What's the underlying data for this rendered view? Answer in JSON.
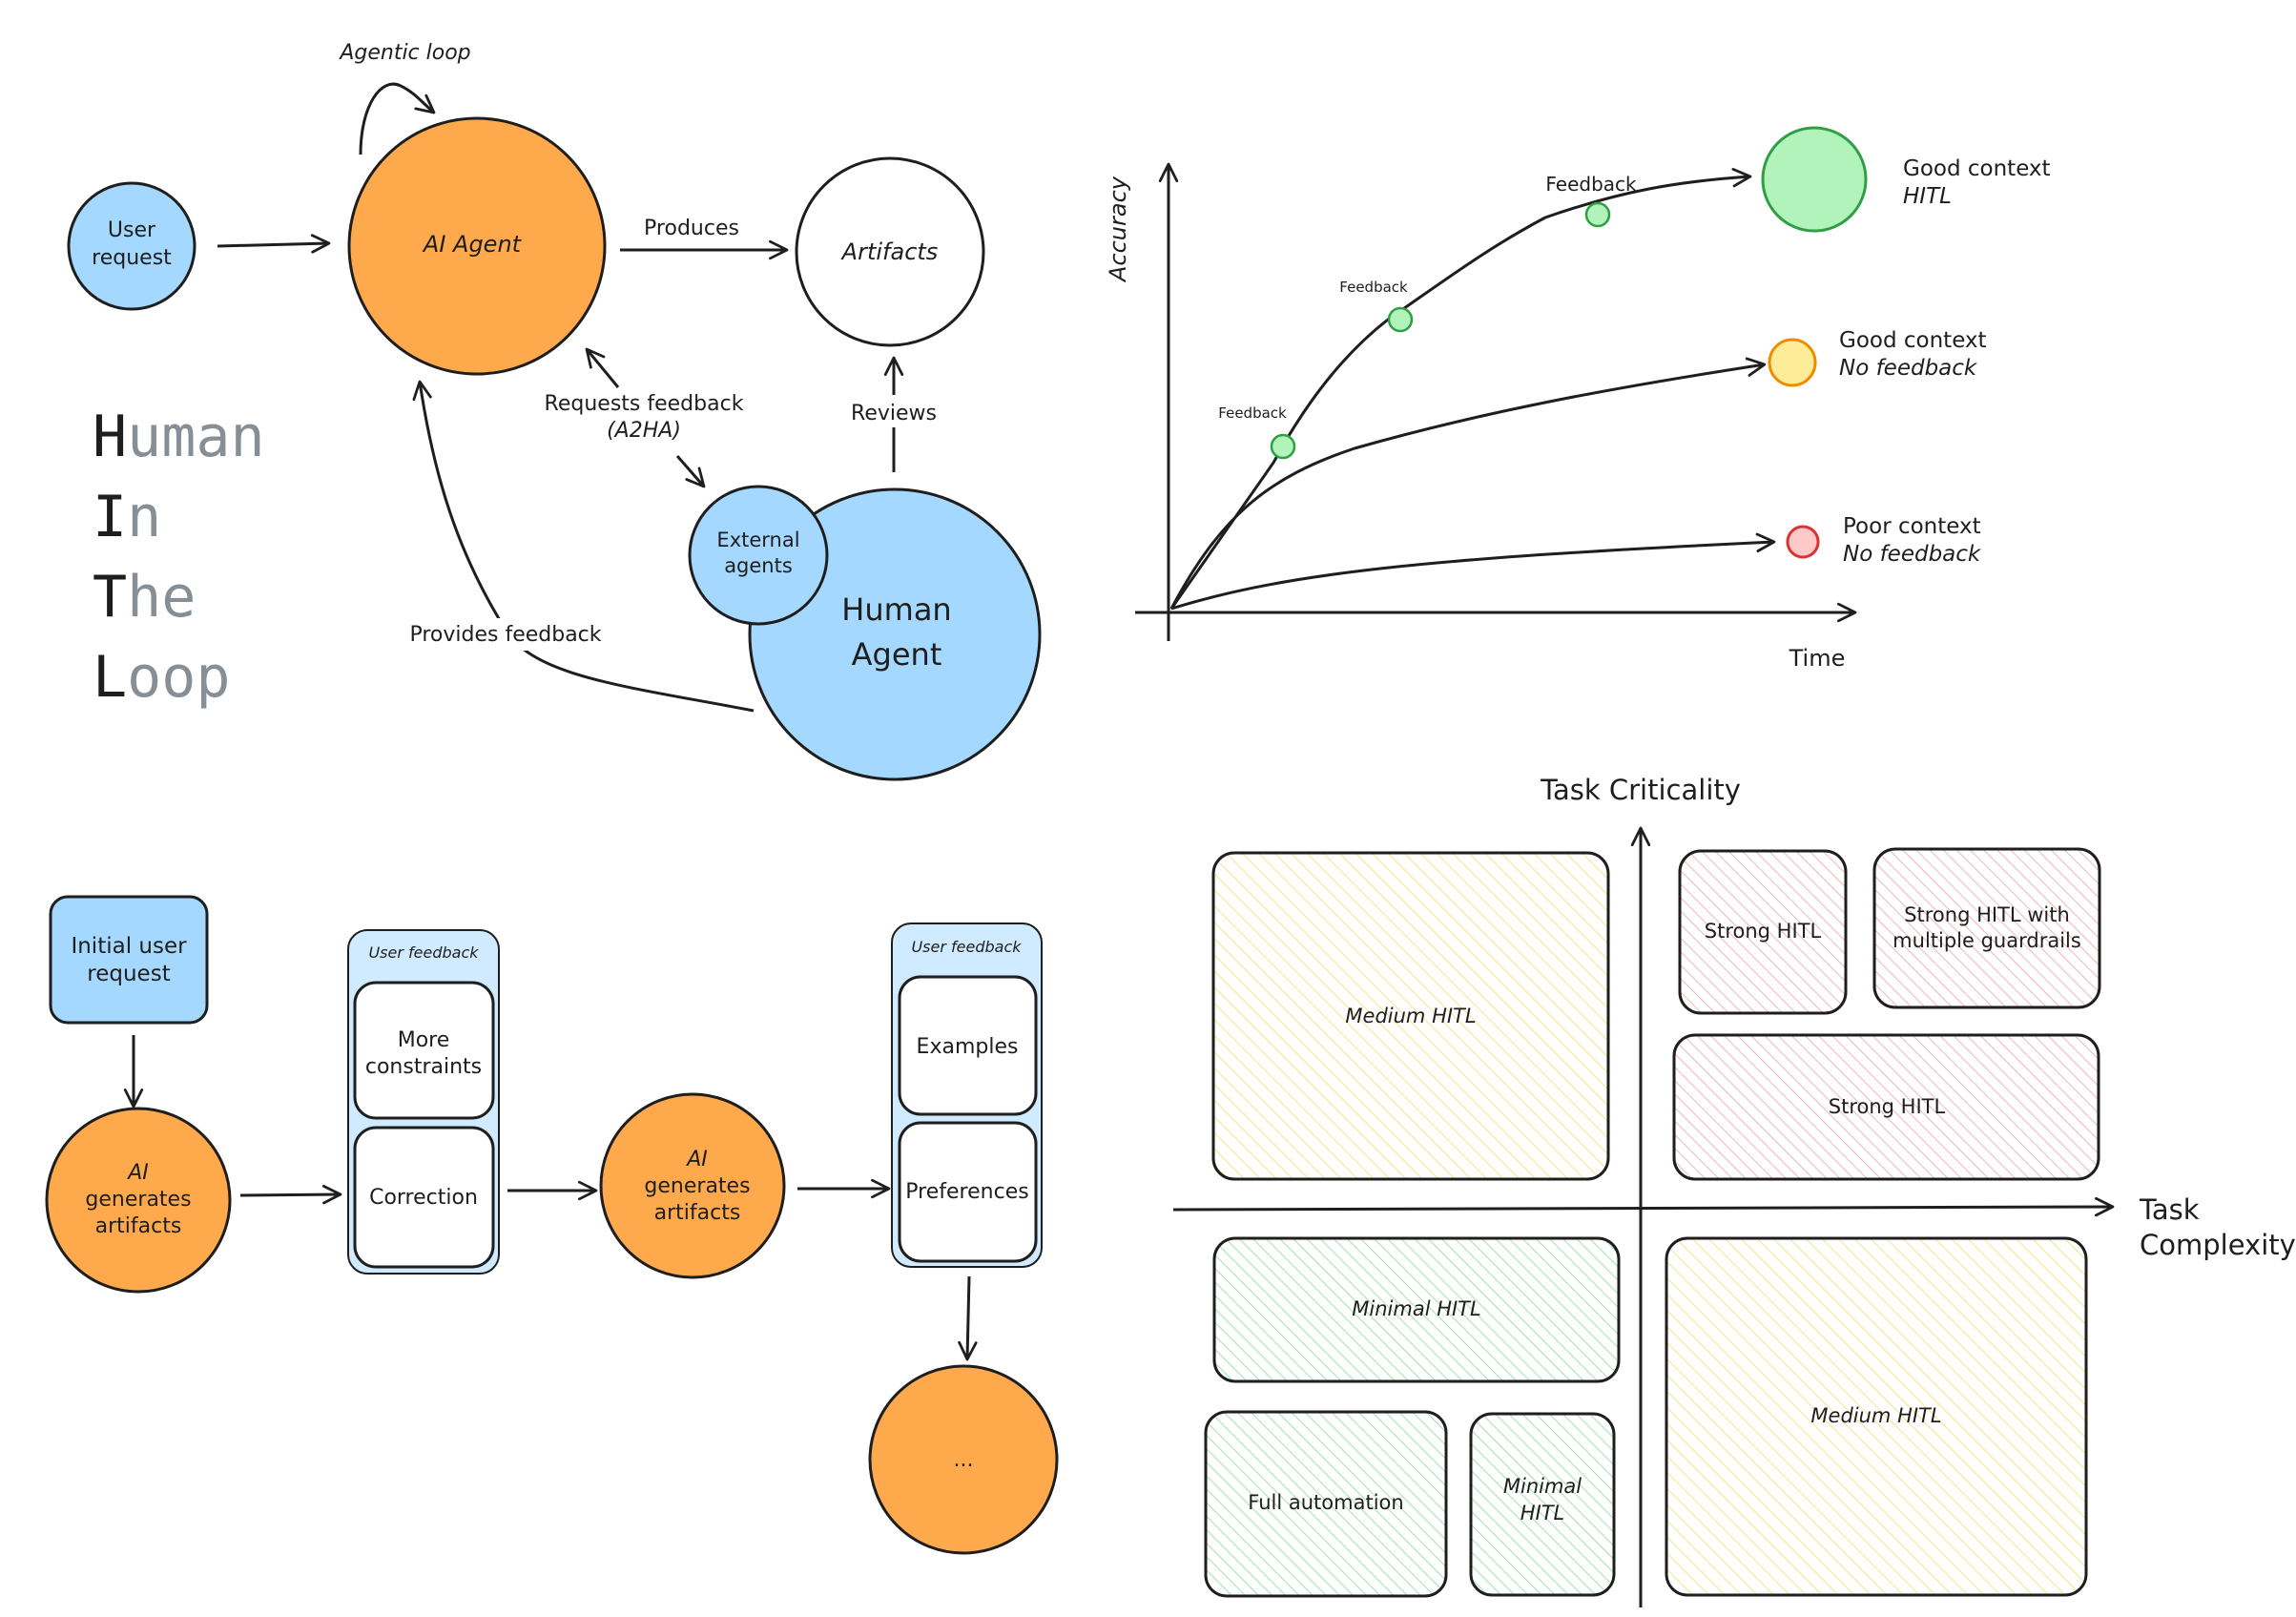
{
  "flow": {
    "agentic_loop": "Agentic loop",
    "user_request": [
      "User",
      "request"
    ],
    "ai_agent": "AI Agent",
    "produces": "Produces",
    "artifacts": "Artifacts",
    "requests_feedback": [
      "Requests feedback",
      "(A2HA)"
    ],
    "reviews": "Reviews",
    "external_agents": [
      "External",
      "agents"
    ],
    "human_agent": [
      "Human",
      "Agent"
    ],
    "provides_feedback": "Provides feedback"
  },
  "title": {
    "lines": [
      {
        "first": "H",
        "rest": "uman"
      },
      {
        "first": "I",
        "rest": "n"
      },
      {
        "first": "T",
        "rest": "he"
      },
      {
        "first": "L",
        "rest": "oop"
      }
    ]
  },
  "accuracy_chart": {
    "y_label": "Accuracy",
    "x_label": "Time",
    "feedback_label": "Feedback",
    "curves": [
      {
        "label": [
          "Good context",
          "HITL"
        ],
        "color": "#2f9e44",
        "fill": "#b2f2bb"
      },
      {
        "label": [
          "Good context",
          "No feedback"
        ],
        "color": "#f08c00",
        "fill": "#ffec99"
      },
      {
        "label": [
          "Poor context",
          "No feedback"
        ],
        "color": "#e03131",
        "fill": "#ffc9c9"
      }
    ]
  },
  "iteration": {
    "initial_request": [
      "Initial user",
      "request"
    ],
    "ai_generates": [
      "AI",
      "generates",
      "artifacts"
    ],
    "group1": {
      "header": "User feedback",
      "items": [
        [
          "More",
          "constraints"
        ],
        [
          "Correction"
        ]
      ]
    },
    "group2": {
      "header": "User feedback",
      "items": [
        [
          "Examples"
        ],
        [
          "Preferences"
        ]
      ]
    },
    "ellipsis": "..."
  },
  "quadrant": {
    "y_axis": "Task Criticality",
    "x_axis": [
      "Task",
      "Complexity"
    ],
    "boxes": {
      "top_left": "Medium HITL",
      "top_right_a": "Strong HITL",
      "top_right_b": [
        "Strong HITL with",
        "multiple guardrails"
      ],
      "top_right_c": "Strong HITL",
      "bottom_left_a": "Minimal HITL",
      "bottom_left_b": "Full automation",
      "bottom_left_c": [
        "Minimal",
        "HITL"
      ],
      "bottom_right": "Medium HITL"
    }
  },
  "colors": {
    "orange": "#ffa94d",
    "blue": "#a5d8ff",
    "stroke": "#1e1e1e",
    "yellow_hatch": "#ffec99",
    "red_hatch": "#ffc9c9",
    "green_hatch": "#b2f2bb"
  }
}
